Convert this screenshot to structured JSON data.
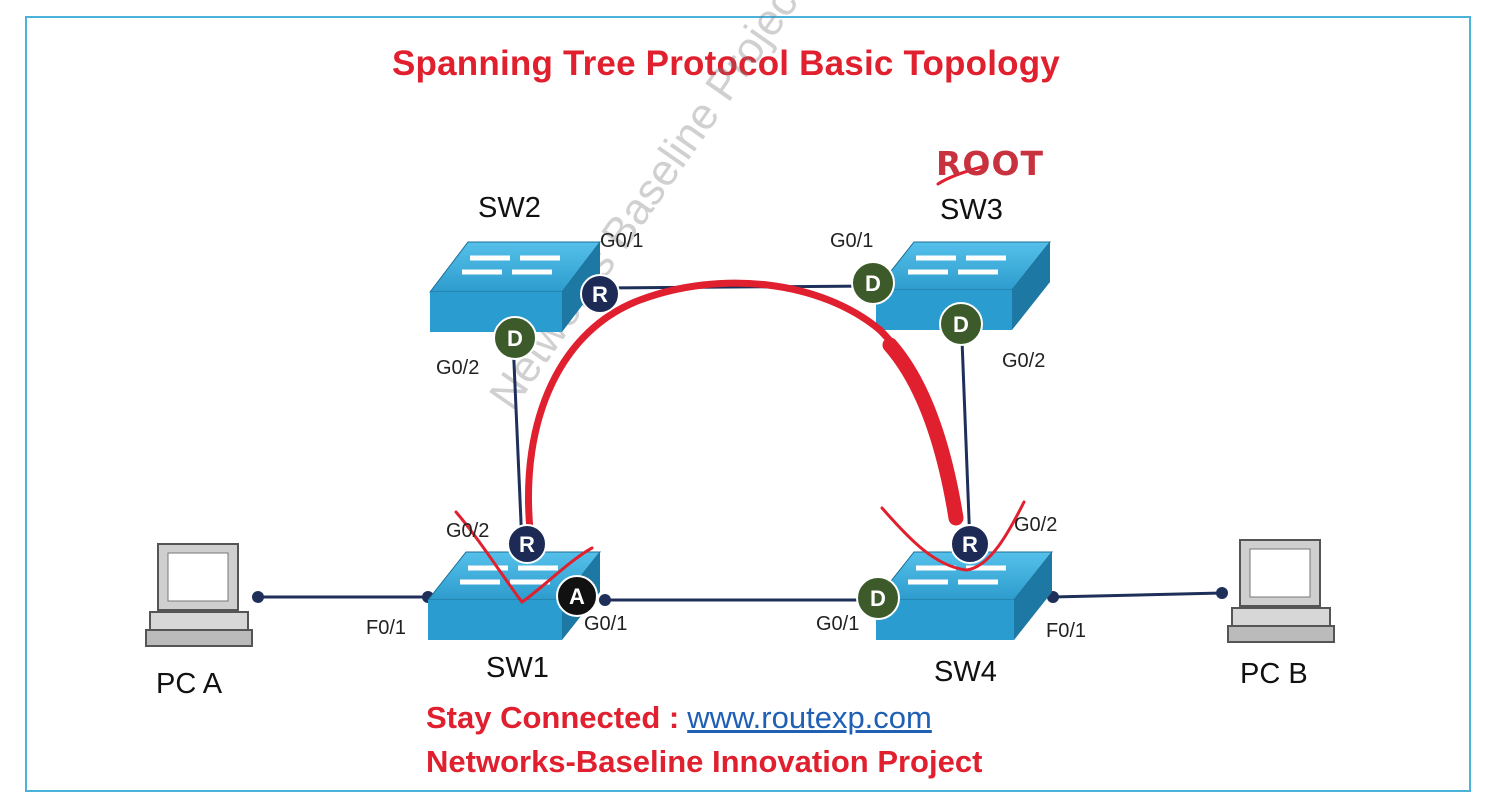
{
  "title": "Spanning Tree Protocol Basic Topology",
  "root_label": "ROOT",
  "watermark": "Networks Baseline Project",
  "switches": {
    "sw1": {
      "label": "SW1"
    },
    "sw2": {
      "label": "SW2"
    },
    "sw3": {
      "label": "SW3"
    },
    "sw4": {
      "label": "SW4"
    }
  },
  "pcs": {
    "pc_a": {
      "label": "PC A"
    },
    "pc_b": {
      "label": "PC B"
    }
  },
  "ports": {
    "sw2_g01": "G0/1",
    "sw2_g02": "G0/2",
    "sw3_g01": "G0/1",
    "sw3_g02": "G0/2",
    "sw1_g02": "G0/2",
    "sw1_g01": "G0/1",
    "sw1_f01": "F0/1",
    "sw4_g02": "G0/2",
    "sw4_g01": "G0/1",
    "sw4_f01": "F0/1"
  },
  "port_roles": {
    "sw2_g01": "R",
    "sw2_g02": "D",
    "sw3_g01": "D",
    "sw3_g02": "D",
    "sw1_g02": "R",
    "sw1_g01": "A",
    "sw4_g02": "R",
    "sw4_g01": "D"
  },
  "footer": {
    "stay_connected": "Stay Connected :",
    "url": "www.routexp.com",
    "project": "Networks-Baseline Innovation Project"
  },
  "colors": {
    "title": "#e0202e",
    "root_port": "#1c2a55",
    "designated_port": "#3d5a2a",
    "alternate_port": "#111111",
    "link": "#1e2f5a",
    "switch": "#2c9fd0",
    "annotation": "#e0202e"
  }
}
